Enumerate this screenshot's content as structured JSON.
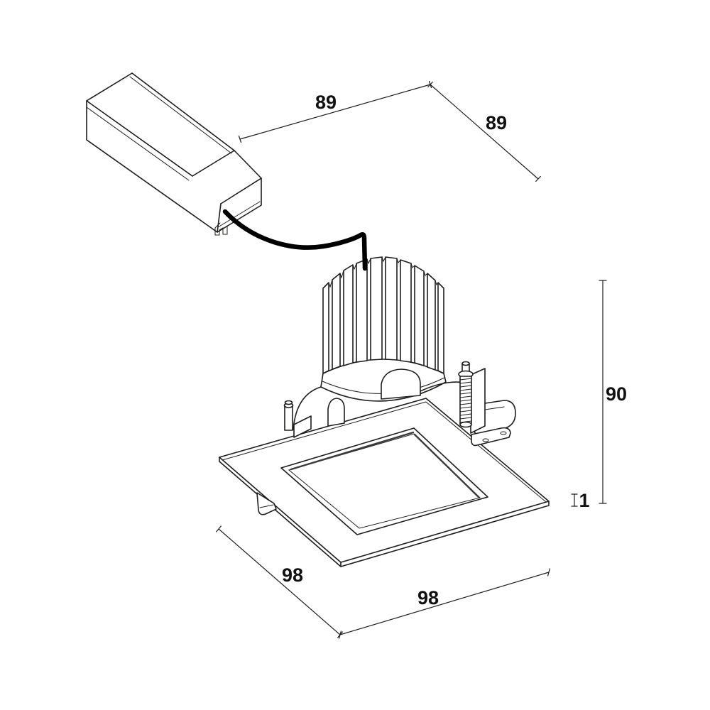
{
  "drawing": {
    "type": "technical-line-drawing",
    "subject": "recessed-square-led-downlight-with-remote-driver",
    "colors": {
      "background": "#ffffff",
      "line": "#1d1d1b",
      "cable": "#000000",
      "label": "#111111"
    },
    "dimension_labels": {
      "top_edge_a": "89",
      "top_edge_b": "89",
      "height": "90",
      "trim_thickness": "1",
      "bottom_edge_a": "98",
      "bottom_edge_b": "98"
    },
    "components": {
      "driver": "led-driver-box",
      "clamp": "cable-strain-relief",
      "cable": "power-cable",
      "heatsink": "finned-heatsink-led-module",
      "bracket": "mounting-ring-with-spring-fixings",
      "screw": "fixing-screw-with-spring",
      "arm": "torsion-spring-arm",
      "trim": "square-trim-plate",
      "lens": "square-diffuser-lens",
      "clip": "trim-spring-clip"
    }
  }
}
